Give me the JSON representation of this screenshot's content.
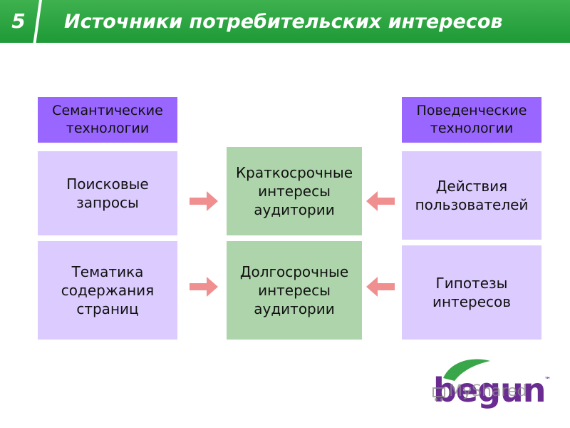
{
  "header": {
    "slide_number": "5",
    "title": "Источники потребительских интересов"
  },
  "columns": {
    "left": {
      "category": "Семантические\nтехнологии",
      "items": [
        "Поисковые\nзапросы",
        "Тематика\nсодержания\nстраниц"
      ]
    },
    "center": {
      "items": [
        "Краткосрочные\nинтересы\nаудитории",
        "Долгосрочные\nинтересы\nаудитории"
      ]
    },
    "right": {
      "category": "Поведенческие\nтехнологии",
      "items": [
        "Действия\nпользователей",
        "Гипотезы\nинтересов"
      ]
    }
  },
  "logo": {
    "text": "begun",
    "trademark": "™"
  },
  "watermark": "MyShared",
  "colors": {
    "header": "#2aa640",
    "category": "#9966ff",
    "lavender": "#dccbff",
    "green": "#add4aa",
    "arrow": "#f08f8f",
    "logo": "#6a2c91",
    "leaf": "#3aa64a"
  }
}
